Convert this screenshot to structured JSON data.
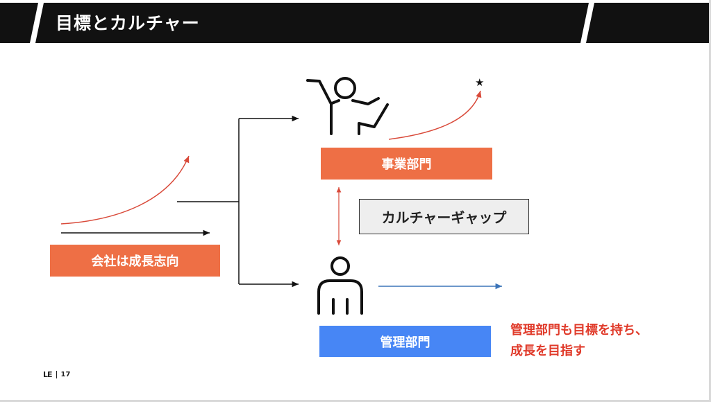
{
  "slide": {
    "title": "目標とカルチャー",
    "page_number": "17",
    "logo_glyph": "LE"
  },
  "nodes": {
    "company": "会社は成長志向",
    "business": "事業部門",
    "management": "管理部門",
    "gap": "カルチャーギャップ"
  },
  "note": {
    "line1": "管理部門も目標を持ち、",
    "line2": "成長を目指す"
  },
  "star_glyph": "★",
  "colors": {
    "header": "#111111",
    "orange": "#ee6f45",
    "blue": "#4786f5",
    "red_line": "#d94a3a",
    "blue_line": "#3b74b8",
    "note_red": "#e03a2a"
  },
  "icons": {
    "business_person": "person-cheering-icon",
    "management_person": "person-standing-icon",
    "goal": "star-icon"
  }
}
